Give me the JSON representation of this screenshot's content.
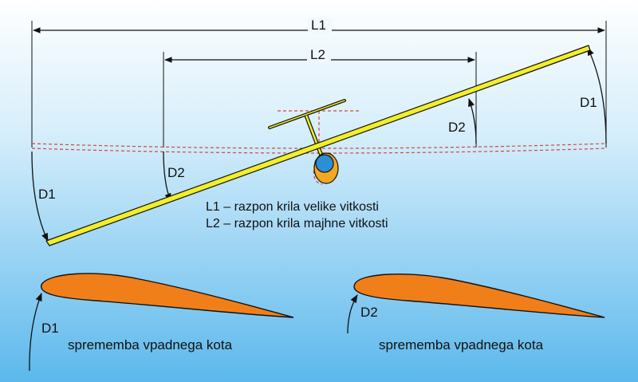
{
  "dimensions": {
    "l1": "L1",
    "l2": "L2",
    "d1": "D1",
    "d2": "D2"
  },
  "legend": {
    "line1": "L1 – razpon krila velike vitkosti",
    "line2": "L2 – razpon krila majhne vitkosti"
  },
  "airfoils": [
    {
      "angle_label": "D1",
      "caption": "sprememba vpadnega kota"
    },
    {
      "angle_label": "D2",
      "caption": "sprememba vpadnega kota"
    }
  ],
  "colors": {
    "background_top": "#ffffff",
    "background_bottom": "#5cb8ec",
    "wing": "#f2ee2a",
    "airfoil": "#f07f1a",
    "cockpit": "#2b8fd6",
    "dashed": "#d1493a"
  }
}
